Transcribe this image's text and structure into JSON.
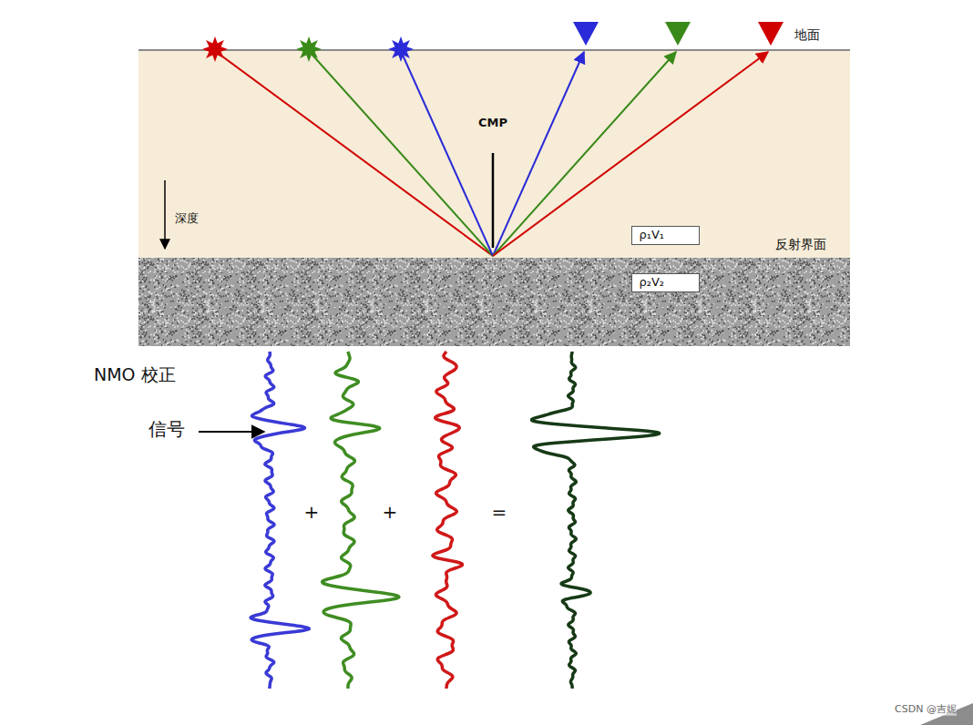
{
  "diagram": {
    "nodes": [
      {
        "text": [
          "ρ₁V₁"
        ]
      },
      {
        "text": [
          "ρ₂V₂"
        ]
      }
    ],
    "labels": [
      "地面",
      "CMP",
      "深度",
      "反射界面",
      "NMO 校正",
      "信号",
      "+",
      "+",
      "=",
      "CSDN @吉妮"
    ]
  }
}
